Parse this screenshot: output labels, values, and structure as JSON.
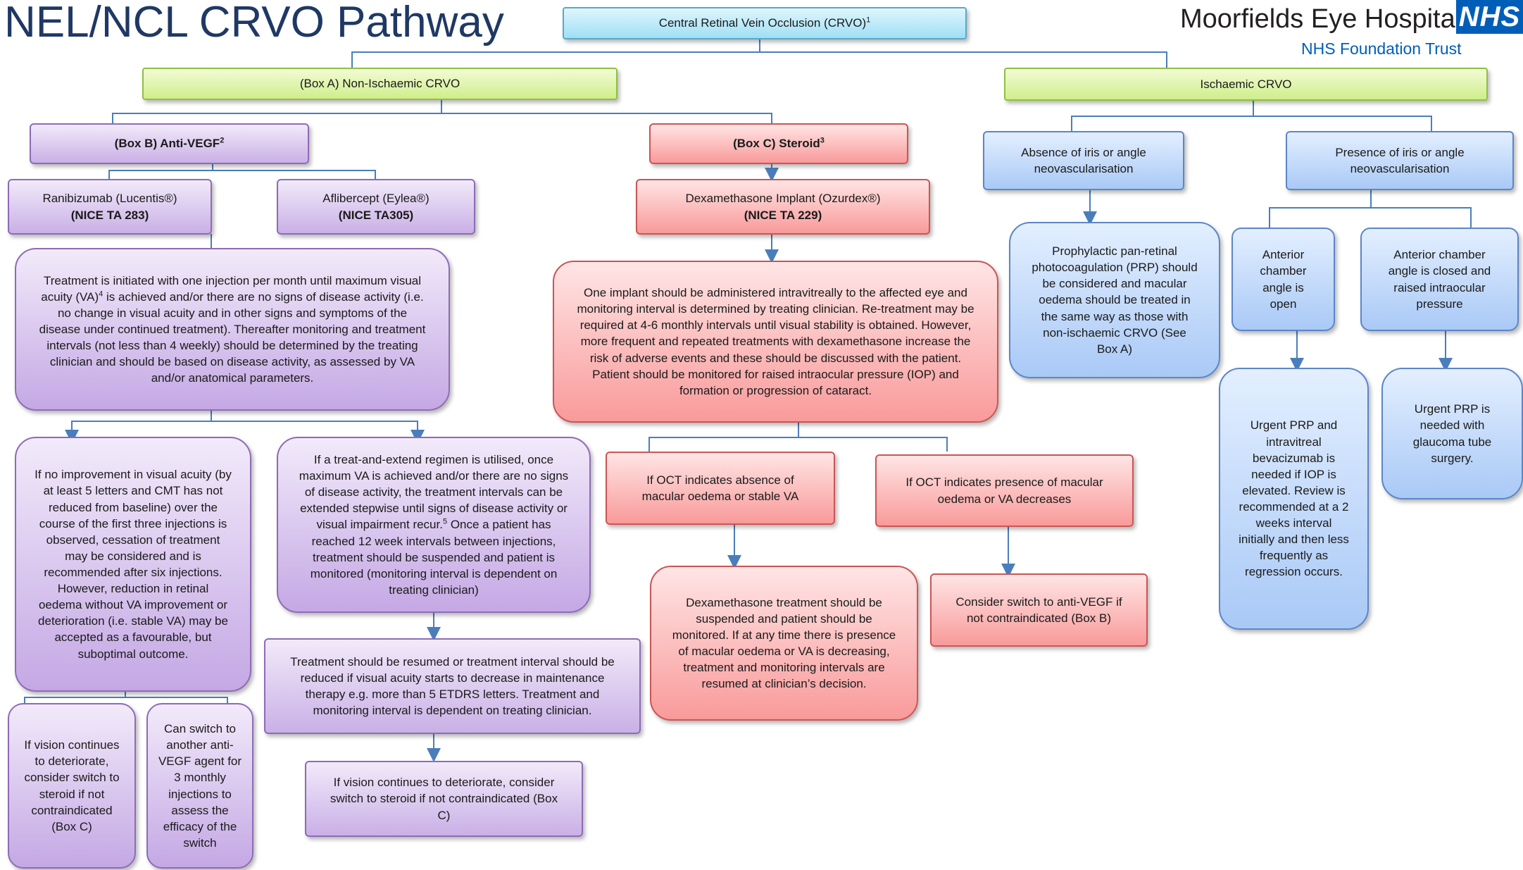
{
  "header": {
    "title": "NEL/NCL CRVO Pathway",
    "logo_name": "Moorfields Eye Hospital",
    "logo_badge": "NHS",
    "logo_subtitle": "NHS Foundation Trust"
  },
  "root": {
    "label": "Central Retinal Vein Occlusion (CRVO)",
    "ref": "1"
  },
  "non_ischaemic": {
    "label": "(Box A) Non-Ischaemic CRVO"
  },
  "ischaemic": {
    "label": "Ischaemic CRVO"
  },
  "anti_vegf": {
    "label": "(Box B) Anti-VEGF",
    "ref": "2",
    "ranibizumab": {
      "line1": "Ranibizumab (Lucentis®)",
      "line2": "(NICE TA 283)"
    },
    "aflibercept": {
      "line1": "Aflibercept (Eylea®)",
      "line2": "(NICE TA305)"
    },
    "treatment": {
      "part1": "Treatment is initiated with one injection per month until maximum visual acuity (VA)",
      "ref": "4",
      "part2": " is achieved and/or there are no signs of disease activity (i.e. no change in visual acuity and in other signs and symptoms of the disease under continued treatment). Thereafter monitoring and treatment intervals (not less than 4 weekly) should be determined by the treating clinician and should be based on disease activity, as assessed by VA and/or anatomical parameters."
    },
    "no_improvement": "If no improvement in visual acuity (by at least 5 letters and CMT has not reduced from baseline) over the course of the first three injections is observed, cessation of treatment may be considered and is recommended after six injections. However, reduction in retinal oedema without VA improvement or deterioration (i.e. stable VA) may be accepted as a favourable, but suboptimal outcome.",
    "treat_extend": {
      "part1": "If a treat-and-extend regimen is utilised, once maximum VA is achieved and/or there are no signs of disease activity, the treatment intervals can be extended stepwise until signs of disease activity or visual impairment recur.",
      "ref": "5",
      "part2": " Once a patient has reached 12 week intervals between injections, treatment should be suspended and patient is monitored (monitoring interval is dependent on treating clinician)"
    },
    "resume": "Treatment should be resumed or treatment interval should be reduced if visual acuity starts to decrease in maintenance therapy e.g. more than 5 ETDRS letters. Treatment and monitoring interval is dependent on treating clinician.",
    "deteriorate_steroid": "If vision continues to deteriorate, consider switch to steroid if not contraindicated (Box C)",
    "continues_switch": "If vision continues to deteriorate, consider switch to steroid if not contraindicated (Box C)",
    "switch_agent": "Can switch to another anti-VEGF agent for 3 monthly injections to assess the efficacy of the switch"
  },
  "steroid": {
    "label": "(Box C) Steroid",
    "ref": "3",
    "implant": {
      "line1": "Dexamethasone Implant (Ozurdex®)",
      "line2": "(NICE TA 229)"
    },
    "administration": "One implant should be administered intravitreally to the affected eye and monitoring interval is determined by treating clinician. Re-treatment may be required at 4-6 monthly intervals until visual stability is obtained. However, more frequent and repeated treatments with dexamethasone increase the risk of adverse events and these should be discussed with the patient. Patient should be monitored for raised intraocular pressure (IOP) and formation or progression of cataract.",
    "oct_absence": "If OCT indicates absence of macular oedema or stable VA",
    "oct_presence": "If OCT indicates presence of macular oedema or VA decreases",
    "suspend": "Dexamethasone treatment should be suspended and patient should be monitored.  If at any time there is presence of macular oedema or VA is decreasing, treatment and monitoring intervals are resumed at clinician’s decision.",
    "switch_anti_vegf": "Consider switch to anti-VEGF if not contraindicated (Box B)"
  },
  "ischaemic_branch": {
    "absence": "Absence of iris or angle neovascularisation",
    "presence": "Presence of iris or angle neovascularisation",
    "prp": "Prophylactic pan-retinal photocoagulation (PRP) should be considered and macular oedema should be treated in the same way as those with non-ischaemic CRVO (See Box A)",
    "angle_open": "Anterior chamber angle is open",
    "angle_closed": "Anterior chamber angle is closed and raised intraocular pressure",
    "urgent_prp_bev": "Urgent PRP and intravitreal bevacizumab is needed if IOP is elevated. Review is recommended at a  2  weeks interval initially and then less  frequently as regression occurs.",
    "urgent_prp_tube": "Urgent PRP is needed with glaucoma tube surgery."
  },
  "colors": {
    "connector": "#4a7ebb",
    "title": "#1f3864",
    "nhs_blue": "#005eb8"
  }
}
